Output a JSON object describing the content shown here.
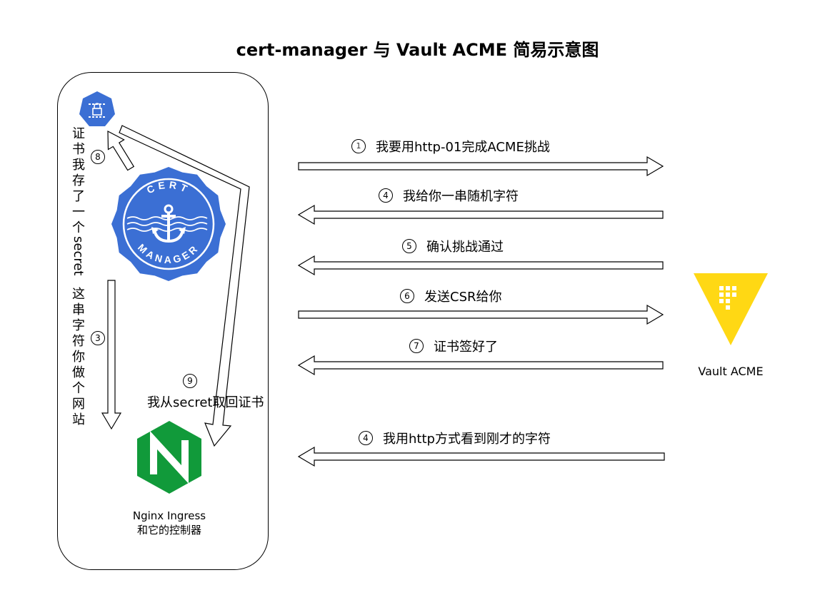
{
  "title": "cert-manager 与 Vault ACME 简易示意图",
  "cert_manager_logo": {
    "text": "CERT MANAGER",
    "color": "#3b6fd4"
  },
  "vault": {
    "label": "Vault ACME",
    "color": "#ffd814"
  },
  "nginx": {
    "label_line1": "Nginx Ingress",
    "label_line2": "和它的控制器",
    "color": "#119a3a",
    "letter": "N"
  },
  "messages": [
    {
      "num": "1",
      "text": "我要用http-01完成ACME挑战",
      "direction": "right"
    },
    {
      "num": "4",
      "text": "我给你一串随机字符",
      "direction": "left"
    },
    {
      "num": "5",
      "text": "确认挑战通过",
      "direction": "left"
    },
    {
      "num": "6",
      "text": "发送CSR给你",
      "direction": "right"
    },
    {
      "num": "7",
      "text": "证书签好了",
      "direction": "left"
    },
    {
      "num": "4",
      "text": "我用http方式看到刚才的字符",
      "direction": "left"
    }
  ],
  "internal": {
    "step8": {
      "num": "8",
      "text_cjk": "证书我存了一个",
      "text_latin": "secret"
    },
    "step3": {
      "num": "3",
      "text": "这串字符你做个网站"
    },
    "step9": {
      "num": "9",
      "text": "我从secret取回证书"
    }
  }
}
